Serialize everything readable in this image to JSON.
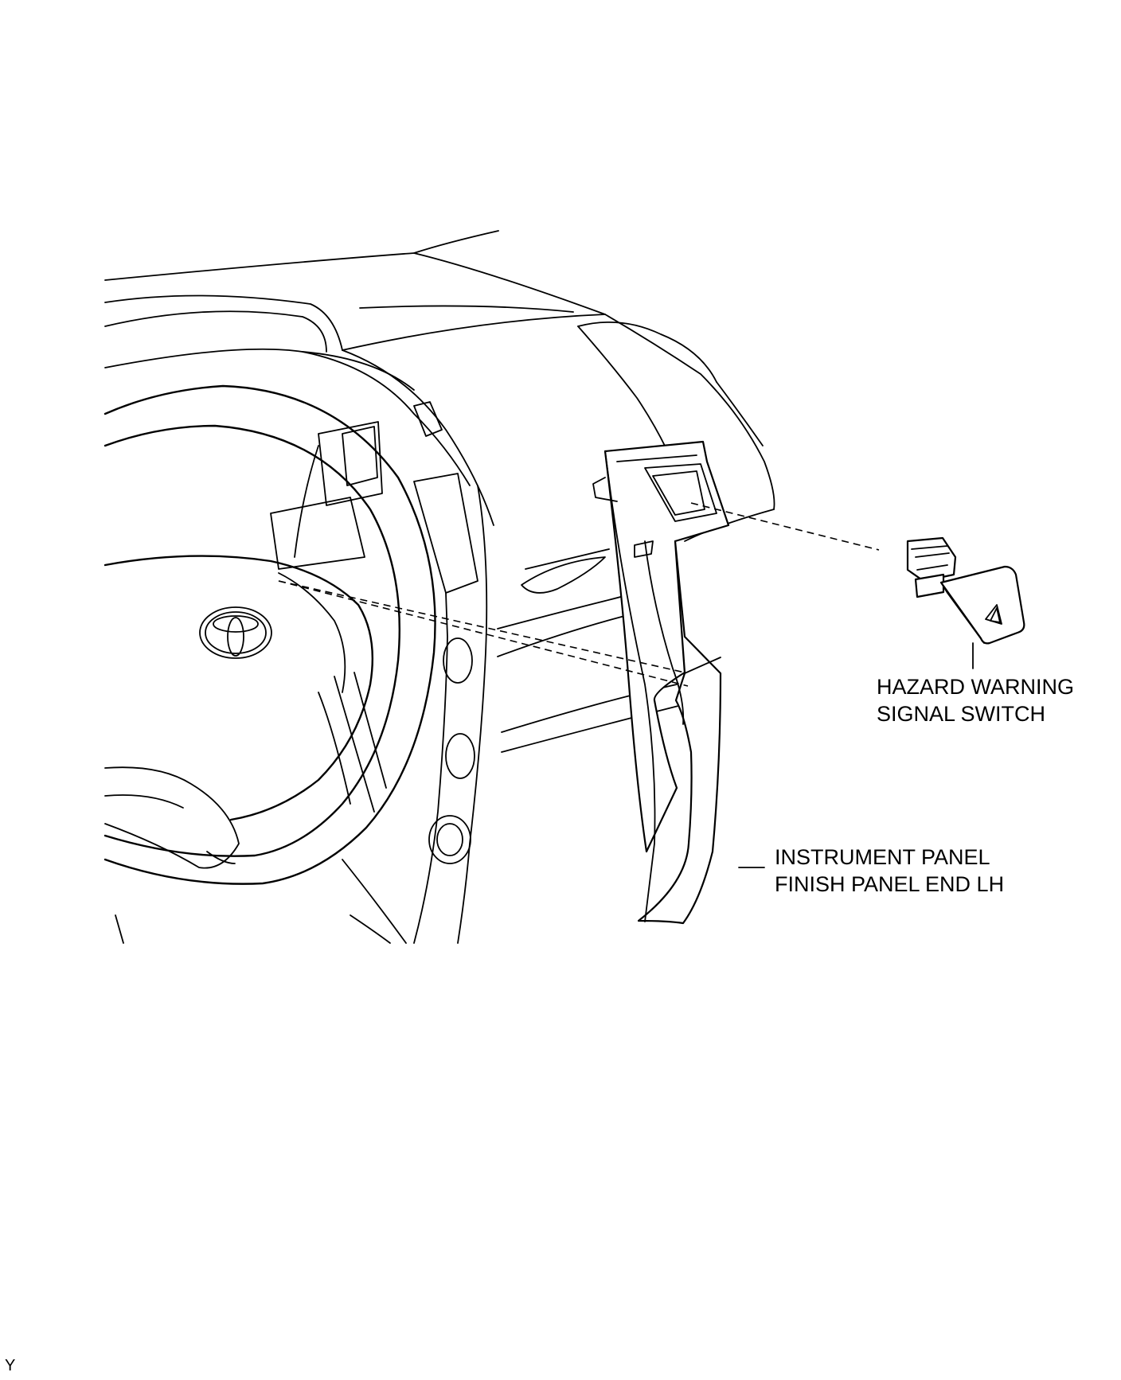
{
  "labels": {
    "switch_line1": "HAZARD WARNING",
    "switch_line2": "SIGNAL SWITCH",
    "panel_line1": "INSTRUMENT PANEL",
    "panel_line2": "FINISH PANEL END LH"
  },
  "corner_code": "Y",
  "colors": {
    "line": "#000000",
    "background": "#ffffff"
  }
}
